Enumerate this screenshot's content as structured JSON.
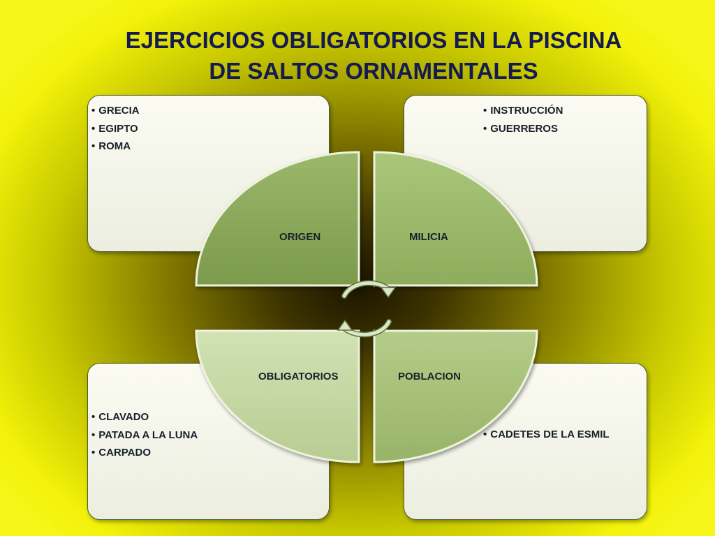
{
  "title": {
    "line1": "EJERCICIOS OBLIGATORIOS EN LA PISCINA",
    "line2": "DE SALTOS ORNAMENTALES"
  },
  "quadrants": {
    "origen": {
      "label": "ORIGEN",
      "items": [
        "GRECIA",
        "EGIPTO",
        "ROMA"
      ],
      "color": "#8aa85a"
    },
    "milicia": {
      "label": "MILICIA",
      "items": [
        "INSTRUCCIÓN",
        "GUERREROS"
      ],
      "color": "#9ab868"
    },
    "obligatorios": {
      "label": "OBLIGATORIOS",
      "items": [
        "CLAVADO",
        "PATADA A LA LUNA",
        "CARPADO"
      ],
      "color": "#c4d6a2"
    },
    "poblacion": {
      "label": "POBLACION",
      "items": [
        "CADETES DE LA ESMIL"
      ],
      "color": "#a9c47a"
    }
  },
  "icons": {
    "center": "cycle-arrows-icon"
  }
}
